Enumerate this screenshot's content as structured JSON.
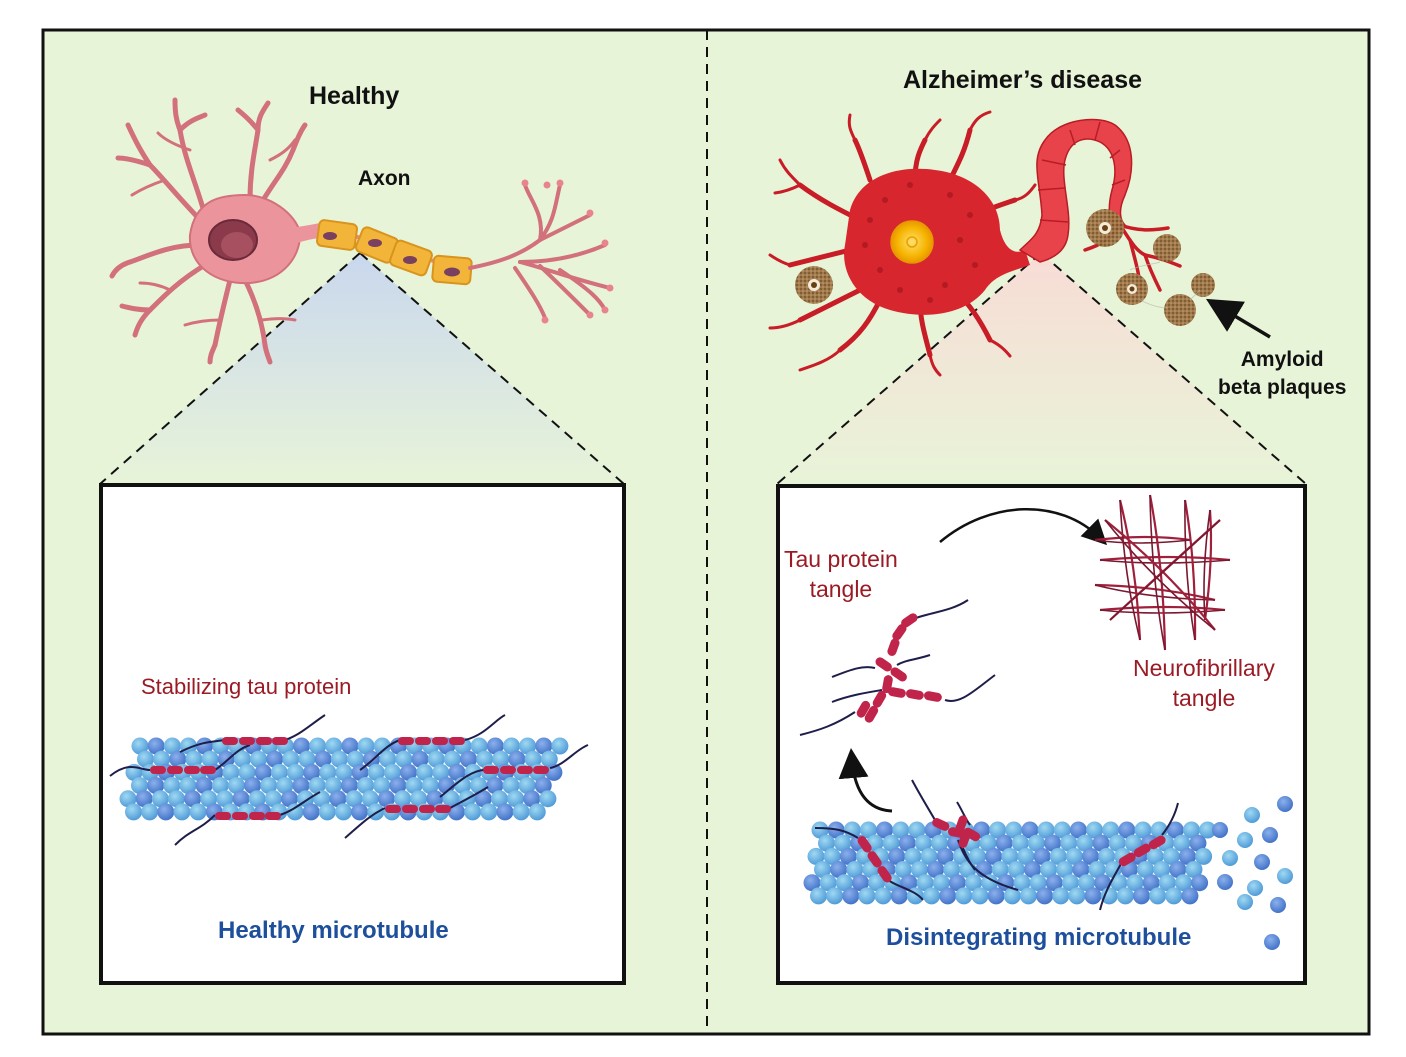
{
  "figure": {
    "panels": [
      {
        "id": "healthy",
        "title": "Healthy",
        "neuron_label": "Axon",
        "inset": {
          "protein_label": "Stabilizing tau protein",
          "caption": "Healthy microtubule"
        }
      },
      {
        "id": "alzheimers",
        "title": "Alzheimer’s disease",
        "plaque_label_line1": "Amyloid",
        "plaque_label_line2": "beta plaques",
        "inset": {
          "tangle_label_line1": "Tau protein",
          "tangle_label_line2": "tangle",
          "nft_label_line1": "Neurofibrillary",
          "nft_label_line2": "tangle",
          "caption": "Disintegrating microtubule"
        }
      }
    ],
    "colors": {
      "background": "#e8f4d8",
      "frame": "#111111",
      "healthy_neuron": "#e8848f",
      "healthy_neuron_dark": "#c9606c",
      "myelin": "#f0b030",
      "myelin_dark": "#d8941c",
      "nucleus": "#8a3a4a",
      "ad_neuron": "#d8262e",
      "ad_neuron_dark": "#b01a22",
      "ad_nucleus": "#f5b800",
      "plaque": "#9a7040",
      "tau_red": "#c0244a",
      "label_red": "#9b1b25",
      "label_blue": "#1d4f9c",
      "microtubule_light": "#7cc8ea",
      "microtubule_dark": "#4a86d4",
      "tau_strand": "#1e1e4a",
      "healthy_cone": "#cfdcef",
      "ad_cone": "#f6e2d8"
    }
  }
}
